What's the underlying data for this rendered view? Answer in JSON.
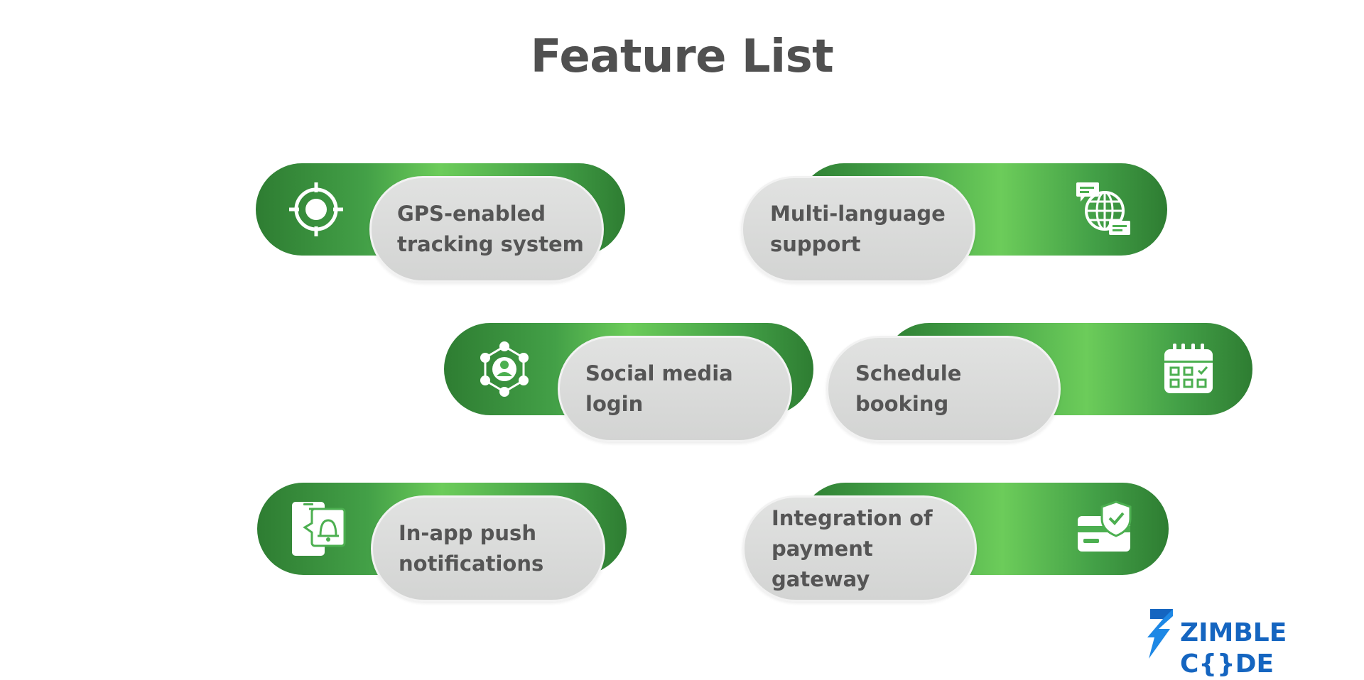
{
  "title": "Feature List",
  "features": [
    {
      "label": "GPS-enabled\ntracking system",
      "icon": "gps-target-icon"
    },
    {
      "label": "Multi-language\nsupport",
      "icon": "globe-chat-icon"
    },
    {
      "label": "Social media\nlogin",
      "icon": "social-network-icon"
    },
    {
      "label": "Schedule booking",
      "icon": "calendar-icon"
    },
    {
      "label": "In-app push\nnotifications",
      "icon": "phone-bell-icon"
    },
    {
      "label": "Integration of\npayment gateway",
      "icon": "card-shield-icon"
    }
  ],
  "logo": {
    "text": "ZIMBLE C{}DE",
    "icon": "zimble-z-logo"
  },
  "colors": {
    "green_dark": "#2e7d32",
    "green_light": "#6ccc5a",
    "pill": "#d8d9d8",
    "text": "#555555",
    "logo_blue": "#1565c0"
  }
}
